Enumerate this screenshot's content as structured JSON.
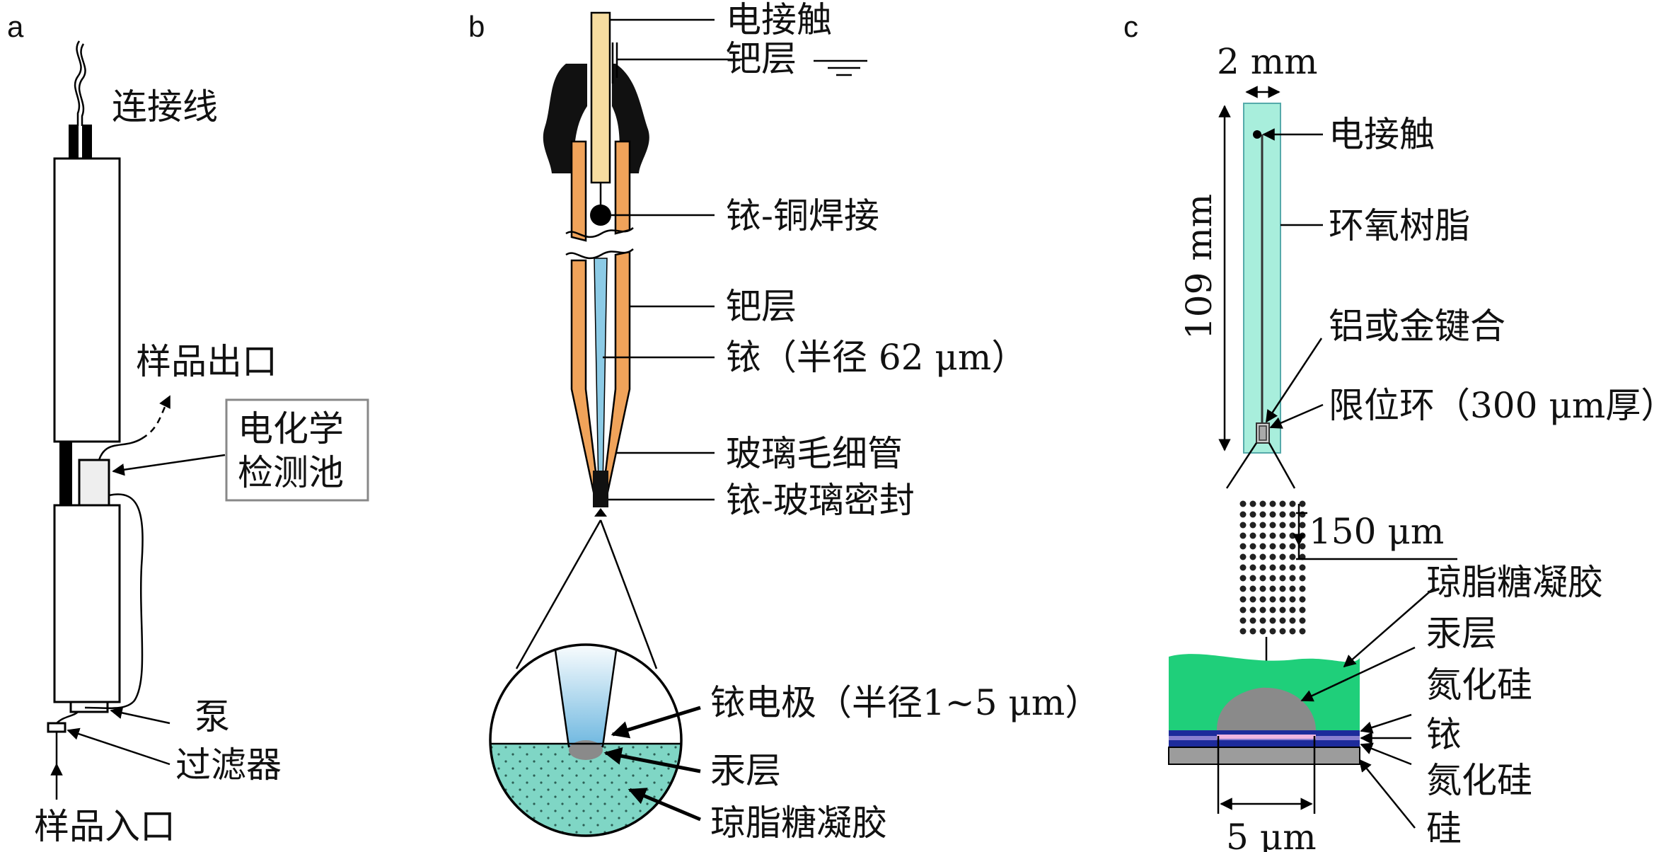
{
  "panel_a": {
    "letter": "a",
    "wire_label": "连接线",
    "sample_outlet": "样品出口",
    "cell_line1": "电化学",
    "cell_line2": "检测池",
    "pump": "泵",
    "filter": "过滤器",
    "sample_inlet": "样品入口"
  },
  "panel_b": {
    "letter": "b",
    "electrical_contact": "电接触",
    "palladium_top": "钯层",
    "solder": "铱-铜焊接",
    "palladium_mid": "钯层",
    "iridium_wire": "铱（半径 62 μm）",
    "glass_capillary": "玻璃毛细管",
    "seal": "铱-玻璃密封",
    "ir_electrode": "铱电极（半径1~5 μm）",
    "mercury_layer": "汞层",
    "agarose": "琼脂糖凝胶"
  },
  "panel_c": {
    "letter": "c",
    "width_dim": "2 mm",
    "length_dim": "109 mm",
    "electrical_contact": "电接触",
    "epoxy": "环氧树脂",
    "bonding": "铝或金键合",
    "retaining_ring": "限位环（300 μm厚）",
    "pitch_dim": "150 μm",
    "agarose": "琼脂糖凝胶",
    "mercury_layer": "汞层",
    "sin_top": "氮化硅",
    "iridium": "铱",
    "sin_bottom": "氮化硅",
    "silicon": "硅",
    "disk_dim": "5 μm"
  },
  "colors": {
    "copper": "#f0a35a",
    "wire_tan": "#f6dca0",
    "iridium_blue": "#8ccbe6",
    "gel_teal": "#7fd6c5",
    "epoxy_mint": "#a8eedc",
    "gel_green": "#1fcf7a",
    "mercury_grey": "#8a8a8a",
    "sin_blue": "#1d2b9b",
    "silicon_grey": "#9c9c9c"
  }
}
